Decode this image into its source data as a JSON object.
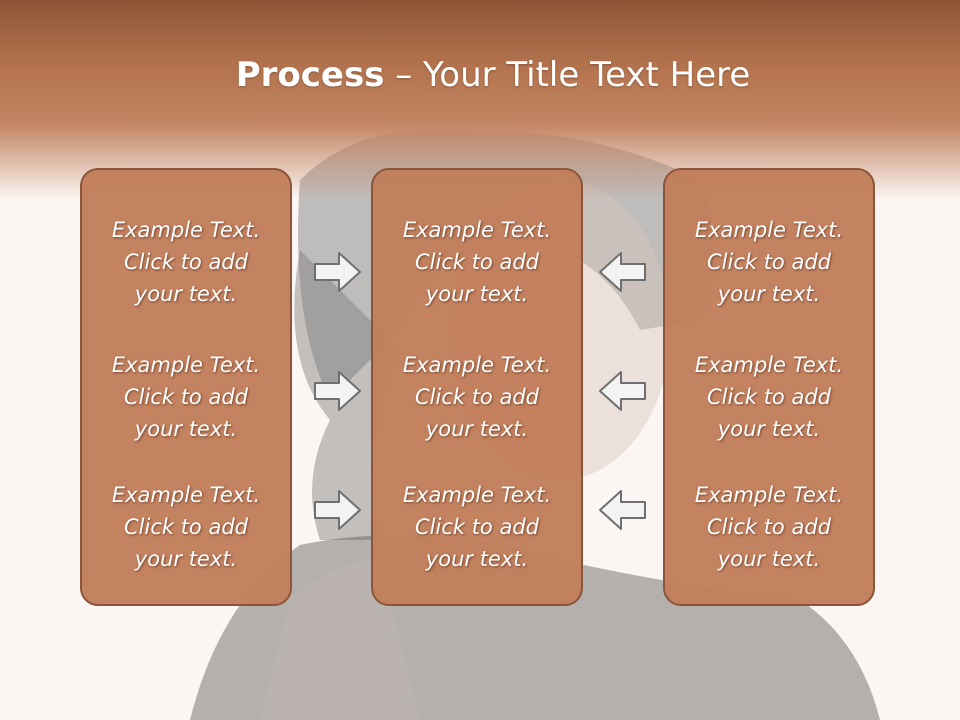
{
  "slide": {
    "title_bold": "Process",
    "title_rest": " – Your Title Text Here"
  },
  "columns": [
    {
      "items": [
        "Example Text.\nClick  to add\nyour text.",
        "Example Text.\nClick  to add\nyour text.",
        "Example Text.\nClick  to add\nyour text."
      ]
    },
    {
      "items": [
        "Example Text.\nClick  to add\nyour text.",
        "Example Text.\nClick  to add\nyour text.",
        "Example Text.\nClick  to add\nyour text."
      ]
    },
    {
      "items": [
        "Example Text.\nClick  to add\nyour text.",
        "Example Text.\nClick  to add\nyour text.",
        "Example Text.\nClick  to add\nyour text."
      ]
    }
  ],
  "arrows": {
    "left_pointing_right": [
      "arrow-right-icon",
      "arrow-right-icon",
      "arrow-right-icon"
    ],
    "right_pointing_left": [
      "arrow-left-icon",
      "arrow-left-icon",
      "arrow-left-icon"
    ]
  },
  "colors": {
    "header": "#b5744f",
    "box_fill": "#c17e5b",
    "box_border": "#8a5538",
    "text": "#ffffff"
  }
}
